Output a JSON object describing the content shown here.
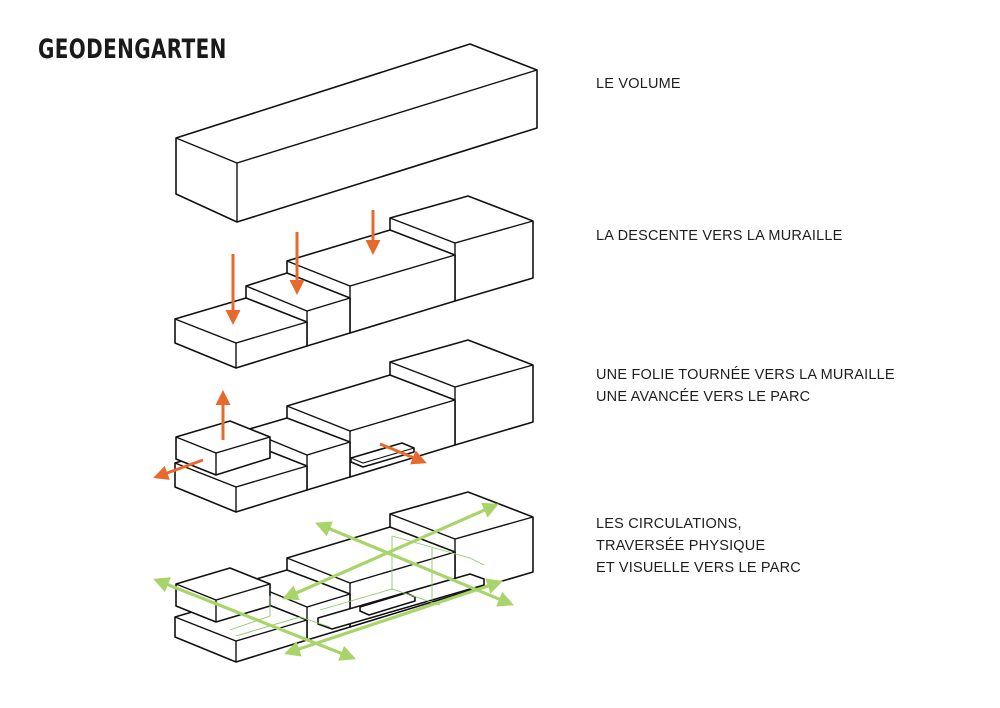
{
  "title": "GEODENGARTEN",
  "steps": [
    {
      "lines": [
        "LE VOLUME"
      ]
    },
    {
      "lines": [
        "LA DESCENTE VERS LA MURAILLE"
      ]
    },
    {
      "lines": [
        "UNE FOLIE TOURNÉE VERS LA MURAILLE",
        "UNE AVANCÉE VERS LE PARC"
      ]
    },
    {
      "lines": [
        "LES CIRCULATIONS,",
        "TRAVERSÉE PHYSIQUE",
        "ET VISUELLE VERS LE PARC"
      ]
    }
  ],
  "colors": {
    "arrow_orange": "#e8692c",
    "circulation_green": "#a8d46a",
    "outline": "#111111"
  }
}
